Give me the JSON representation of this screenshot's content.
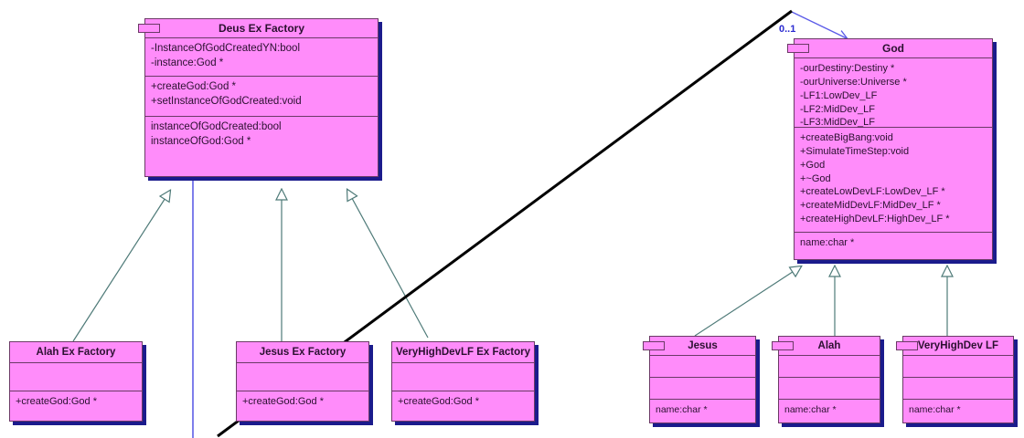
{
  "diagram": {
    "type": "uml-class-diagram",
    "colors": {
      "class_fill": "#FF8CFA",
      "class_border": "#6B3A66",
      "shadow": "#1B1B8C",
      "inheritance_line": "#4E7A78",
      "association_line": "#3A3AE0",
      "annotation_line": "#000000",
      "text": "#2b1030",
      "multiplicity_text": "#2a2ad0",
      "background": "#ffffff"
    },
    "classes": {
      "deus_ex_factory": {
        "name": "Deus Ex Factory",
        "attributes": [
          "-InstanceOfGodCreatedYN:bool",
          "-instance:God *"
        ],
        "operations": [
          "+createGod:God *",
          "+setInstanceOfGodCreated:void"
        ],
        "extra": [
          "instanceOfGodCreated:bool",
          "instanceOfGod:God *"
        ]
      },
      "god": {
        "name": "God",
        "attributes": [
          "-ourDestiny:Destiny *",
          "-ourUniverse:Universe *",
          "-LF1:LowDev_LF",
          "-LF2:MidDev_LF",
          "-LF3:MidDev_LF"
        ],
        "operations": [
          "+createBigBang:void",
          "+SimulateTimeStep:void",
          "+God",
          "+~God",
          "+createLowDevLF:LowDev_LF *",
          "+createMidDevLF:MidDev_LF *",
          "+createHighDevLF:HighDev_LF *"
        ],
        "extra": [
          "name:char *"
        ]
      },
      "alah_ex_factory": {
        "name": "Alah Ex Factory",
        "attributes": [],
        "operations": [
          "+createGod:God *"
        ]
      },
      "jesus_ex_factory": {
        "name": "Jesus Ex Factory",
        "attributes": [],
        "operations": [
          "+createGod:God *"
        ]
      },
      "veryhighdevlf_ex_factory": {
        "name": "VeryHighDevLF Ex Factory",
        "attributes": [],
        "operations": [
          "+createGod:God *"
        ]
      },
      "jesus": {
        "name": "Jesus",
        "attributes": [],
        "operations": [],
        "extra": [
          "name:char *"
        ]
      },
      "alah": {
        "name": "Alah",
        "attributes": [],
        "operations": [],
        "extra": [
          "name:char *"
        ]
      },
      "veryhighdev_lf": {
        "name": "VeryHighDev LF",
        "attributes": [],
        "operations": [],
        "extra": [
          "name:char *"
        ]
      }
    },
    "relationships": {
      "multiplicity_deus_to_god": "0..1",
      "inheritance_targets": [
        "Alah Ex Factory -> Deus Ex Factory",
        "Jesus Ex Factory -> Deus Ex Factory",
        "VeryHighDevLF Ex Factory -> Deus Ex Factory",
        "Jesus -> God",
        "Alah -> God",
        "VeryHighDev LF -> God"
      ]
    }
  }
}
